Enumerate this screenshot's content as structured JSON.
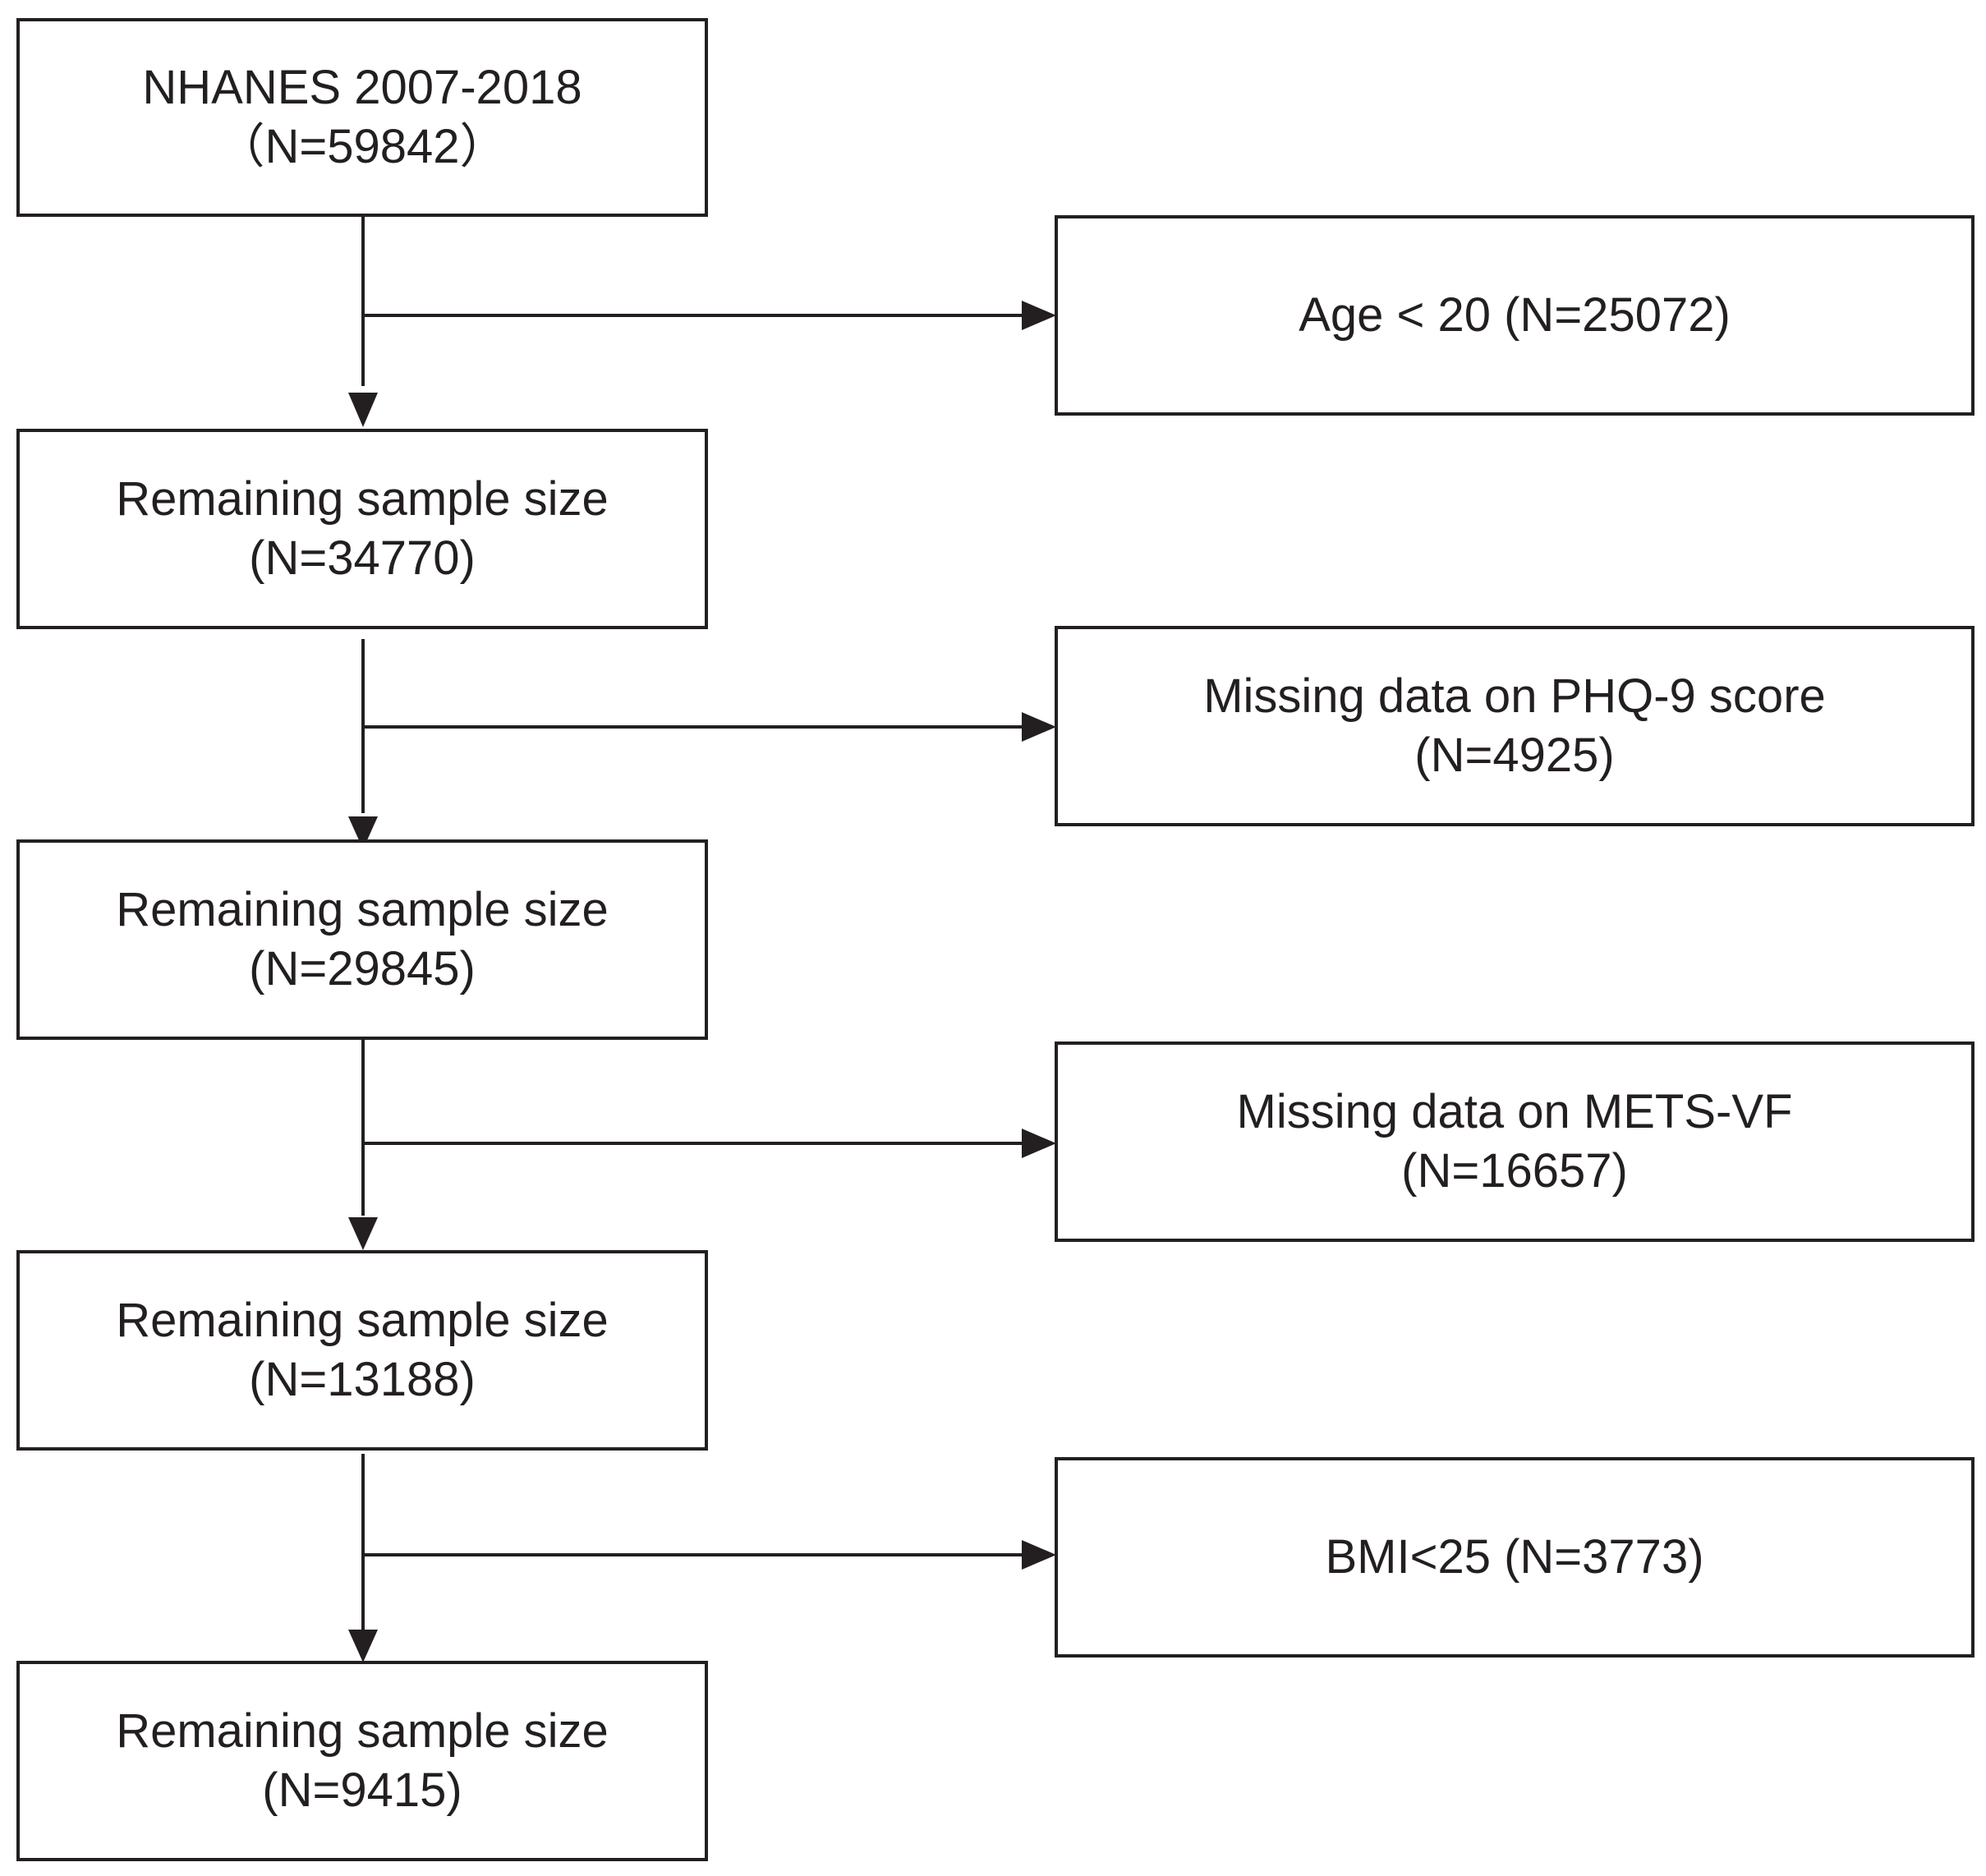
{
  "colors": {
    "line": "#231f20",
    "box_border": "#231f20",
    "text": "#231f20",
    "background": "#ffffff"
  },
  "main_boxes": [
    {
      "line1": "NHANES 2007-2018",
      "line2": "（N=59842）"
    },
    {
      "line1": "Remaining sample size",
      "line2": "(N=34770)"
    },
    {
      "line1": "Remaining sample size",
      "line2": "(N=29845)"
    },
    {
      "line1": "Remaining sample size",
      "line2": "(N=13188)"
    },
    {
      "line1": "Remaining sample size",
      "line2": "(N=9415)"
    }
  ],
  "exclusion_boxes": [
    {
      "line1": "Age < 20 (N=25072)",
      "line2": ""
    },
    {
      "line1": "Missing data on PHQ-9 score",
      "line2": "(N=4925)"
    },
    {
      "line1": "Missing data on METS-VF",
      "line2": "(N=16657)"
    },
    {
      "line1": "BMI<25 (N=3773)",
      "line2": ""
    }
  ]
}
